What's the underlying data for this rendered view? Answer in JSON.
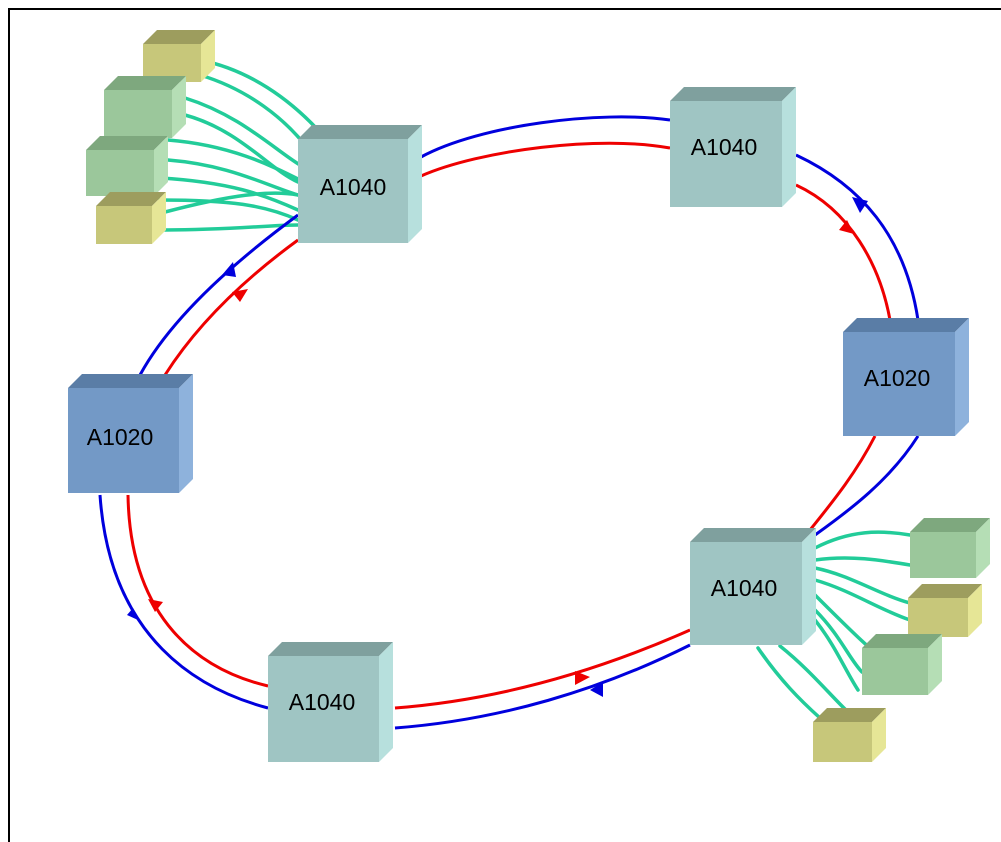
{
  "diagram": {
    "colors": {
      "ring_clockwise": "#0000dd",
      "ring_counterclockwise": "#ee0000",
      "tributary_link": "#22cc99",
      "node_a1040_front": "#9fc5c3",
      "node_a1040_top": "#7fa09e",
      "node_a1040_side": "#b7e0dd",
      "node_a1020_front": "#7399c6",
      "node_a1020_top": "#5a7da6",
      "node_a1020_side": "#8eb2dc",
      "client_green_front": "#9bc79b",
      "client_green_top": "#7ea87e",
      "client_green_side": "#b5deb5",
      "client_yellow_front": "#c7c77a",
      "client_yellow_top": "#9d9d5e",
      "client_yellow_side": "#e6e696",
      "frame": "#000000"
    },
    "nodes": [
      {
        "id": "top-left",
        "label": "A1040",
        "model": "A1040"
      },
      {
        "id": "top-right",
        "label": "A1040",
        "model": "A1040"
      },
      {
        "id": "right",
        "label": "A1020",
        "model": "A1020"
      },
      {
        "id": "bottom-right",
        "label": "A1040",
        "model": "A1040"
      },
      {
        "id": "bottom",
        "label": "A1040",
        "model": "A1040"
      },
      {
        "id": "left",
        "label": "A1020",
        "model": "A1020"
      }
    ]
  }
}
